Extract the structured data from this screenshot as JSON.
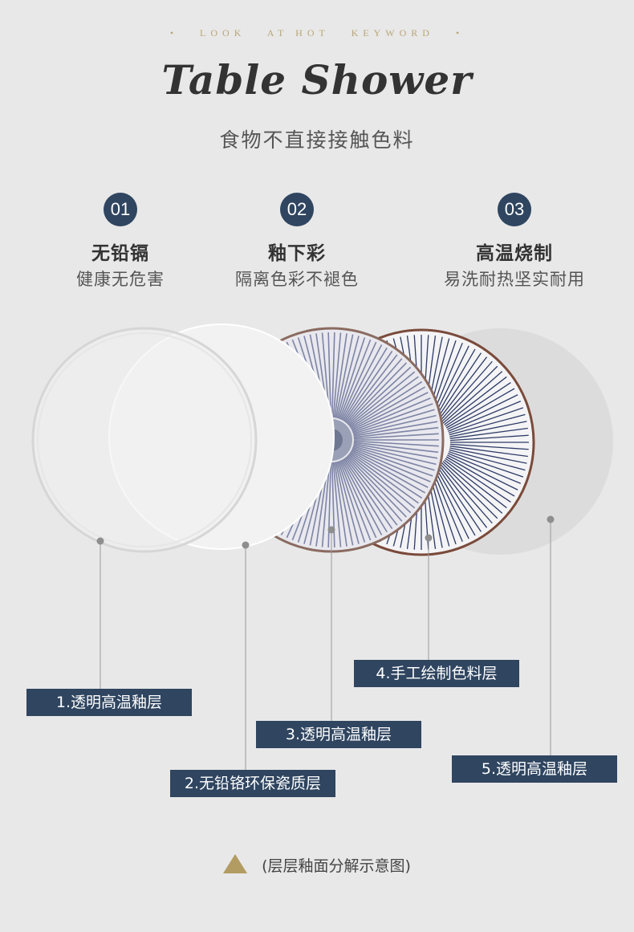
{
  "header": {
    "kicker_words": [
      "LOOK",
      "AT HOT",
      "KEYWORD"
    ],
    "title": "Table Shower",
    "subtitle": "食物不直接接触色料"
  },
  "features": [
    {
      "num": "01",
      "title": "无铅镉",
      "sub": "健康无危害"
    },
    {
      "num": "02",
      "title": "釉下彩",
      "sub": "隔离色彩不褪色"
    },
    {
      "num": "03",
      "title": "高温烧制",
      "sub": "易洗耐热坚实耐用"
    }
  ],
  "layers": [
    {
      "label": "1.透明高温釉层"
    },
    {
      "label": "2.无铅铬环保瓷质层"
    },
    {
      "label": "3.透明高温釉层"
    },
    {
      "label": "4.手工绘制色料层"
    },
    {
      "label": "5.透明高温釉层"
    }
  ],
  "footer_note": "(层层釉面分解示意图)",
  "colors": {
    "badge_bg": "#2f4560",
    "accent_gold": "#b39c62",
    "pattern_blue": "#2d3a66",
    "rim_brown": "#7a4a3a"
  }
}
